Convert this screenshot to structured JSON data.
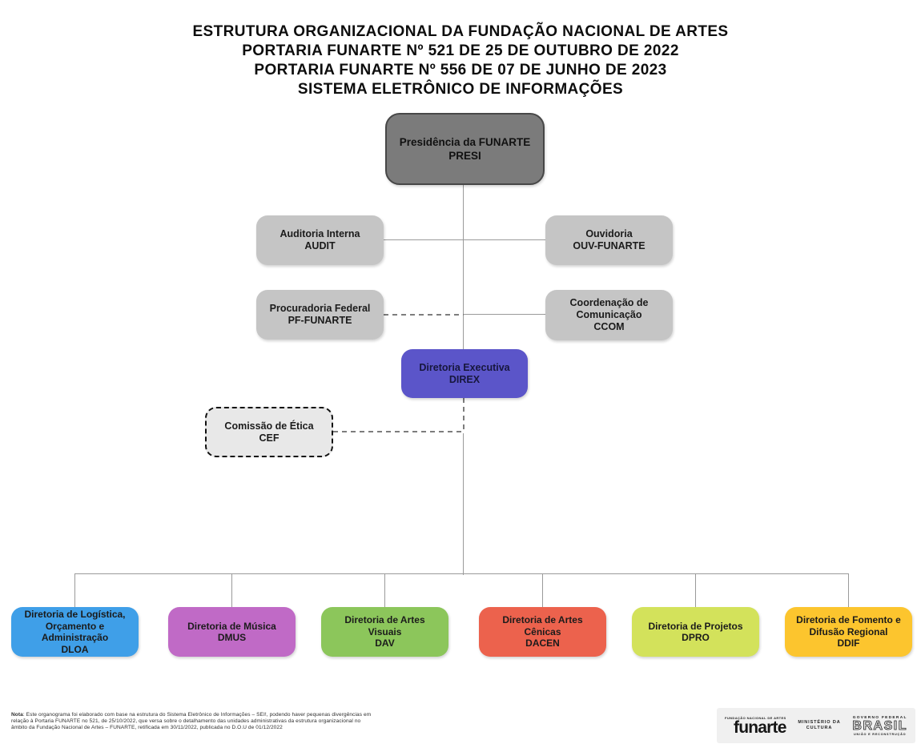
{
  "title": {
    "line1": "ESTRUTURA ORGANIZACIONAL DA FUNDAÇÃO NACIONAL DE ARTES",
    "line2": "PORTARIA FUNARTE Nº 521 DE 25 DE OUTUBRO DE 2022",
    "line3": "PORTARIA FUNARTE Nº 556 DE 07 DE JUNHO DE 2023",
    "line4": "SISTEMA ELETRÔNICO DE INFORMAÇÕES"
  },
  "org": {
    "presi": {
      "name": "Presidência da FUNARTE",
      "code": "PRESI",
      "color": "#7b7b7b"
    },
    "audit": {
      "name": "Auditoria Interna",
      "code": "AUDIT",
      "color": "#c5c5c5"
    },
    "ouv": {
      "name": "Ouvidoria",
      "code": "OUV-FUNARTE",
      "color": "#c5c5c5"
    },
    "pf": {
      "name": "Procuradoria Federal",
      "code": "PF-FUNARTE",
      "color": "#c5c5c5"
    },
    "ccom": {
      "name": "Coordenação de Comunicação",
      "code": "CCOM",
      "color": "#c5c5c5"
    },
    "direx": {
      "name": "Diretoria Executiva",
      "code": "DIREX",
      "color": "#5b55c9"
    },
    "cef": {
      "name": "Comissão de Ética",
      "code": "CEF",
      "color": "#e8e8e8"
    },
    "directorates": [
      {
        "name": "Diretoria de Logística, Orçamento e Administração",
        "code": "DLOA",
        "color": "#3f9fe8"
      },
      {
        "name": "Diretoria de Música",
        "code": "DMUS",
        "color": "#c06ac6"
      },
      {
        "name": "Diretoria de Artes Visuais",
        "code": "DAV",
        "color": "#8cc65b"
      },
      {
        "name": "Diretoria de Artes Cênicas",
        "code": "DACEN",
        "color": "#ec624d"
      },
      {
        "name": "Diretoria de Projetos",
        "code": "DPRO",
        "color": "#d3e25b"
      },
      {
        "name": "Diretoria de Fomento e Difusão Regional",
        "code": "DDIF",
        "color": "#fcc52e"
      }
    ]
  },
  "note": {
    "label": "Nota",
    "line1": ": Este organograma foi elaborado com base na estrutura do Sistema Eletrônico de Informações – SEI!, podendo haver pequenas divergências em",
    "line2": "relação à Portaria FUNARTE no 521, de 25/10/2022, que versa sobre o detalhamento das unidades administrativas da estrutura organizacional no",
    "line3": "âmbito da Fundação Nacional de Artes – FUNARTE, retificada em 30/11/2022, publicada no D.O.U de 01/12/2022"
  },
  "logos": {
    "funarte_small": "FUNDAÇÃO NACIONAL DE ARTES",
    "funarte": "funarte",
    "ministerio_line1": "MINISTÉRIO DA",
    "ministerio_line2": "CULTURA",
    "governo": "GOVERNO FEDERAL",
    "brasil": "BRASIL",
    "uniao": "UNIÃO E RECONSTRUÇÃO"
  }
}
